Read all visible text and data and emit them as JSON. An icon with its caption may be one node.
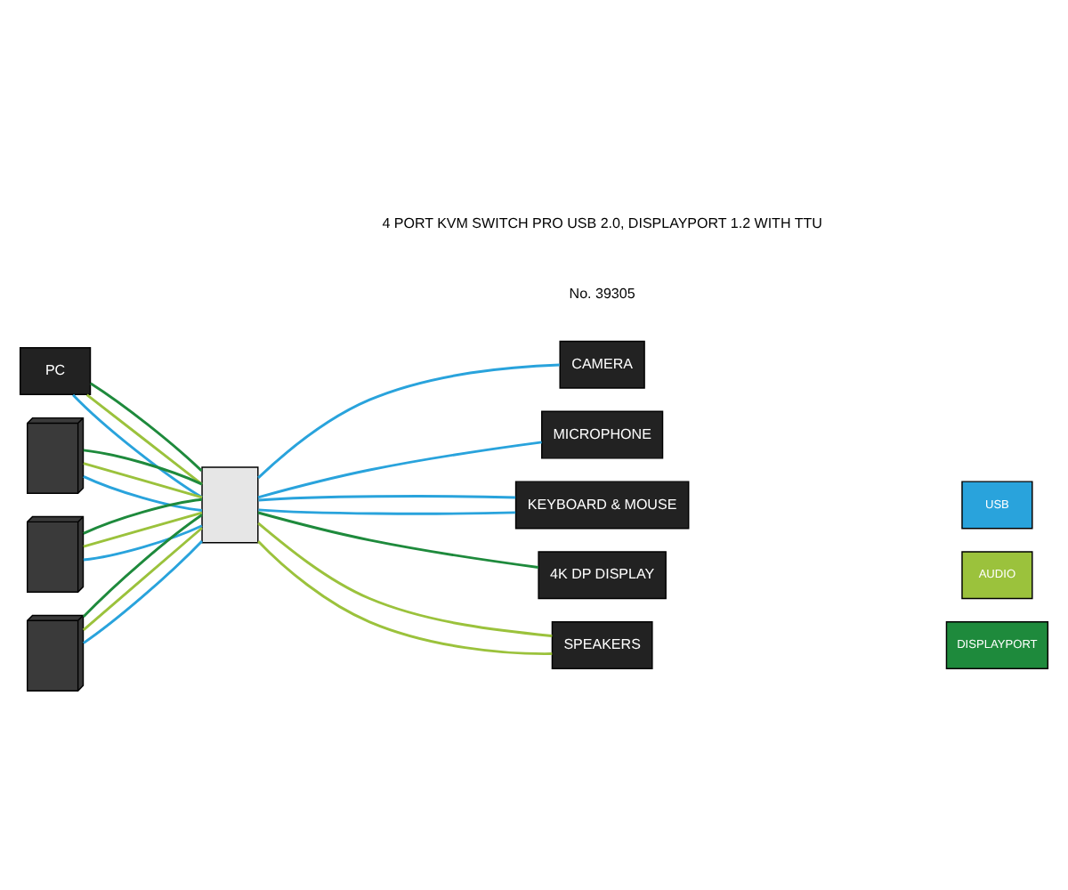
{
  "diagram": {
    "nodes": [
      {
        "text": [
          "PC"
        ]
      },
      {
        "text": [],
        "shape": "picture"
      },
      {
        "text": [],
        "shape": "picture"
      },
      {
        "text": [],
        "shape": "picture"
      },
      {
        "text": [],
        "shape": "box",
        "beside": [
          "4 PORT KVM SWITCH PRO USB 2.0, DISPLAYPORT 1.2 WITH TTU",
          "No. 39305"
        ]
      },
      {
        "text": [
          "CAMERA"
        ]
      },
      {
        "text": [
          "MICROPHONE"
        ]
      },
      {
        "text": [
          "KEYBOARD & MOUSE"
        ]
      },
      {
        "text": [
          "4K DP DISPLAY"
        ]
      },
      {
        "text": [
          "SPEAKERS"
        ]
      }
    ],
    "edges": [
      {
        "from": 0,
        "to": 4,
        "arrow": "none",
        "color": "#29a3dc"
      },
      {
        "from": 0,
        "to": 4,
        "arrow": "none",
        "color": "#9bc23c"
      },
      {
        "from": 0,
        "to": 4,
        "arrow": "none",
        "color": "#1e8a3c"
      },
      {
        "from": 1,
        "to": 4,
        "arrow": "none",
        "color": "#29a3dc"
      },
      {
        "from": 1,
        "to": 4,
        "arrow": "none",
        "color": "#9bc23c"
      },
      {
        "from": 1,
        "to": 4,
        "arrow": "none",
        "color": "#1e8a3c"
      },
      {
        "from": 2,
        "to": 4,
        "arrow": "none",
        "color": "#29a3dc"
      },
      {
        "from": 2,
        "to": 4,
        "arrow": "none",
        "color": "#9bc23c"
      },
      {
        "from": 2,
        "to": 4,
        "arrow": "none",
        "color": "#1e8a3c"
      },
      {
        "from": 3,
        "to": 4,
        "arrow": "none",
        "color": "#29a3dc"
      },
      {
        "from": 3,
        "to": 4,
        "arrow": "none",
        "color": "#9bc23c"
      },
      {
        "from": 3,
        "to": 4,
        "arrow": "none",
        "color": "#1e8a3c"
      },
      {
        "from": 4,
        "to": 5,
        "arrow": "none",
        "color": "#29a3dc"
      },
      {
        "from": 4,
        "to": 6,
        "arrow": "none",
        "color": "#29a3dc"
      },
      {
        "from": 4,
        "to": 7,
        "arrow": "none",
        "color": "#29a3dc"
      },
      {
        "from": 4,
        "to": 7,
        "arrow": "none",
        "color": "#29a3dc"
      },
      {
        "from": 4,
        "to": 8,
        "arrow": "none",
        "color": "#1e8a3c"
      },
      {
        "from": 4,
        "to": 9,
        "arrow": "none",
        "color": "#9bc23c"
      },
      {
        "from": 4,
        "to": 9,
        "arrow": "none",
        "color": "#9bc23c"
      }
    ],
    "legend": [
      {
        "text": "USB",
        "color": "#29a3dc"
      },
      {
        "text": "AUDIO",
        "color": "#9bc23c"
      },
      {
        "text": "DISPLAYPORT",
        "color": "#1e8a3c"
      }
    ]
  }
}
